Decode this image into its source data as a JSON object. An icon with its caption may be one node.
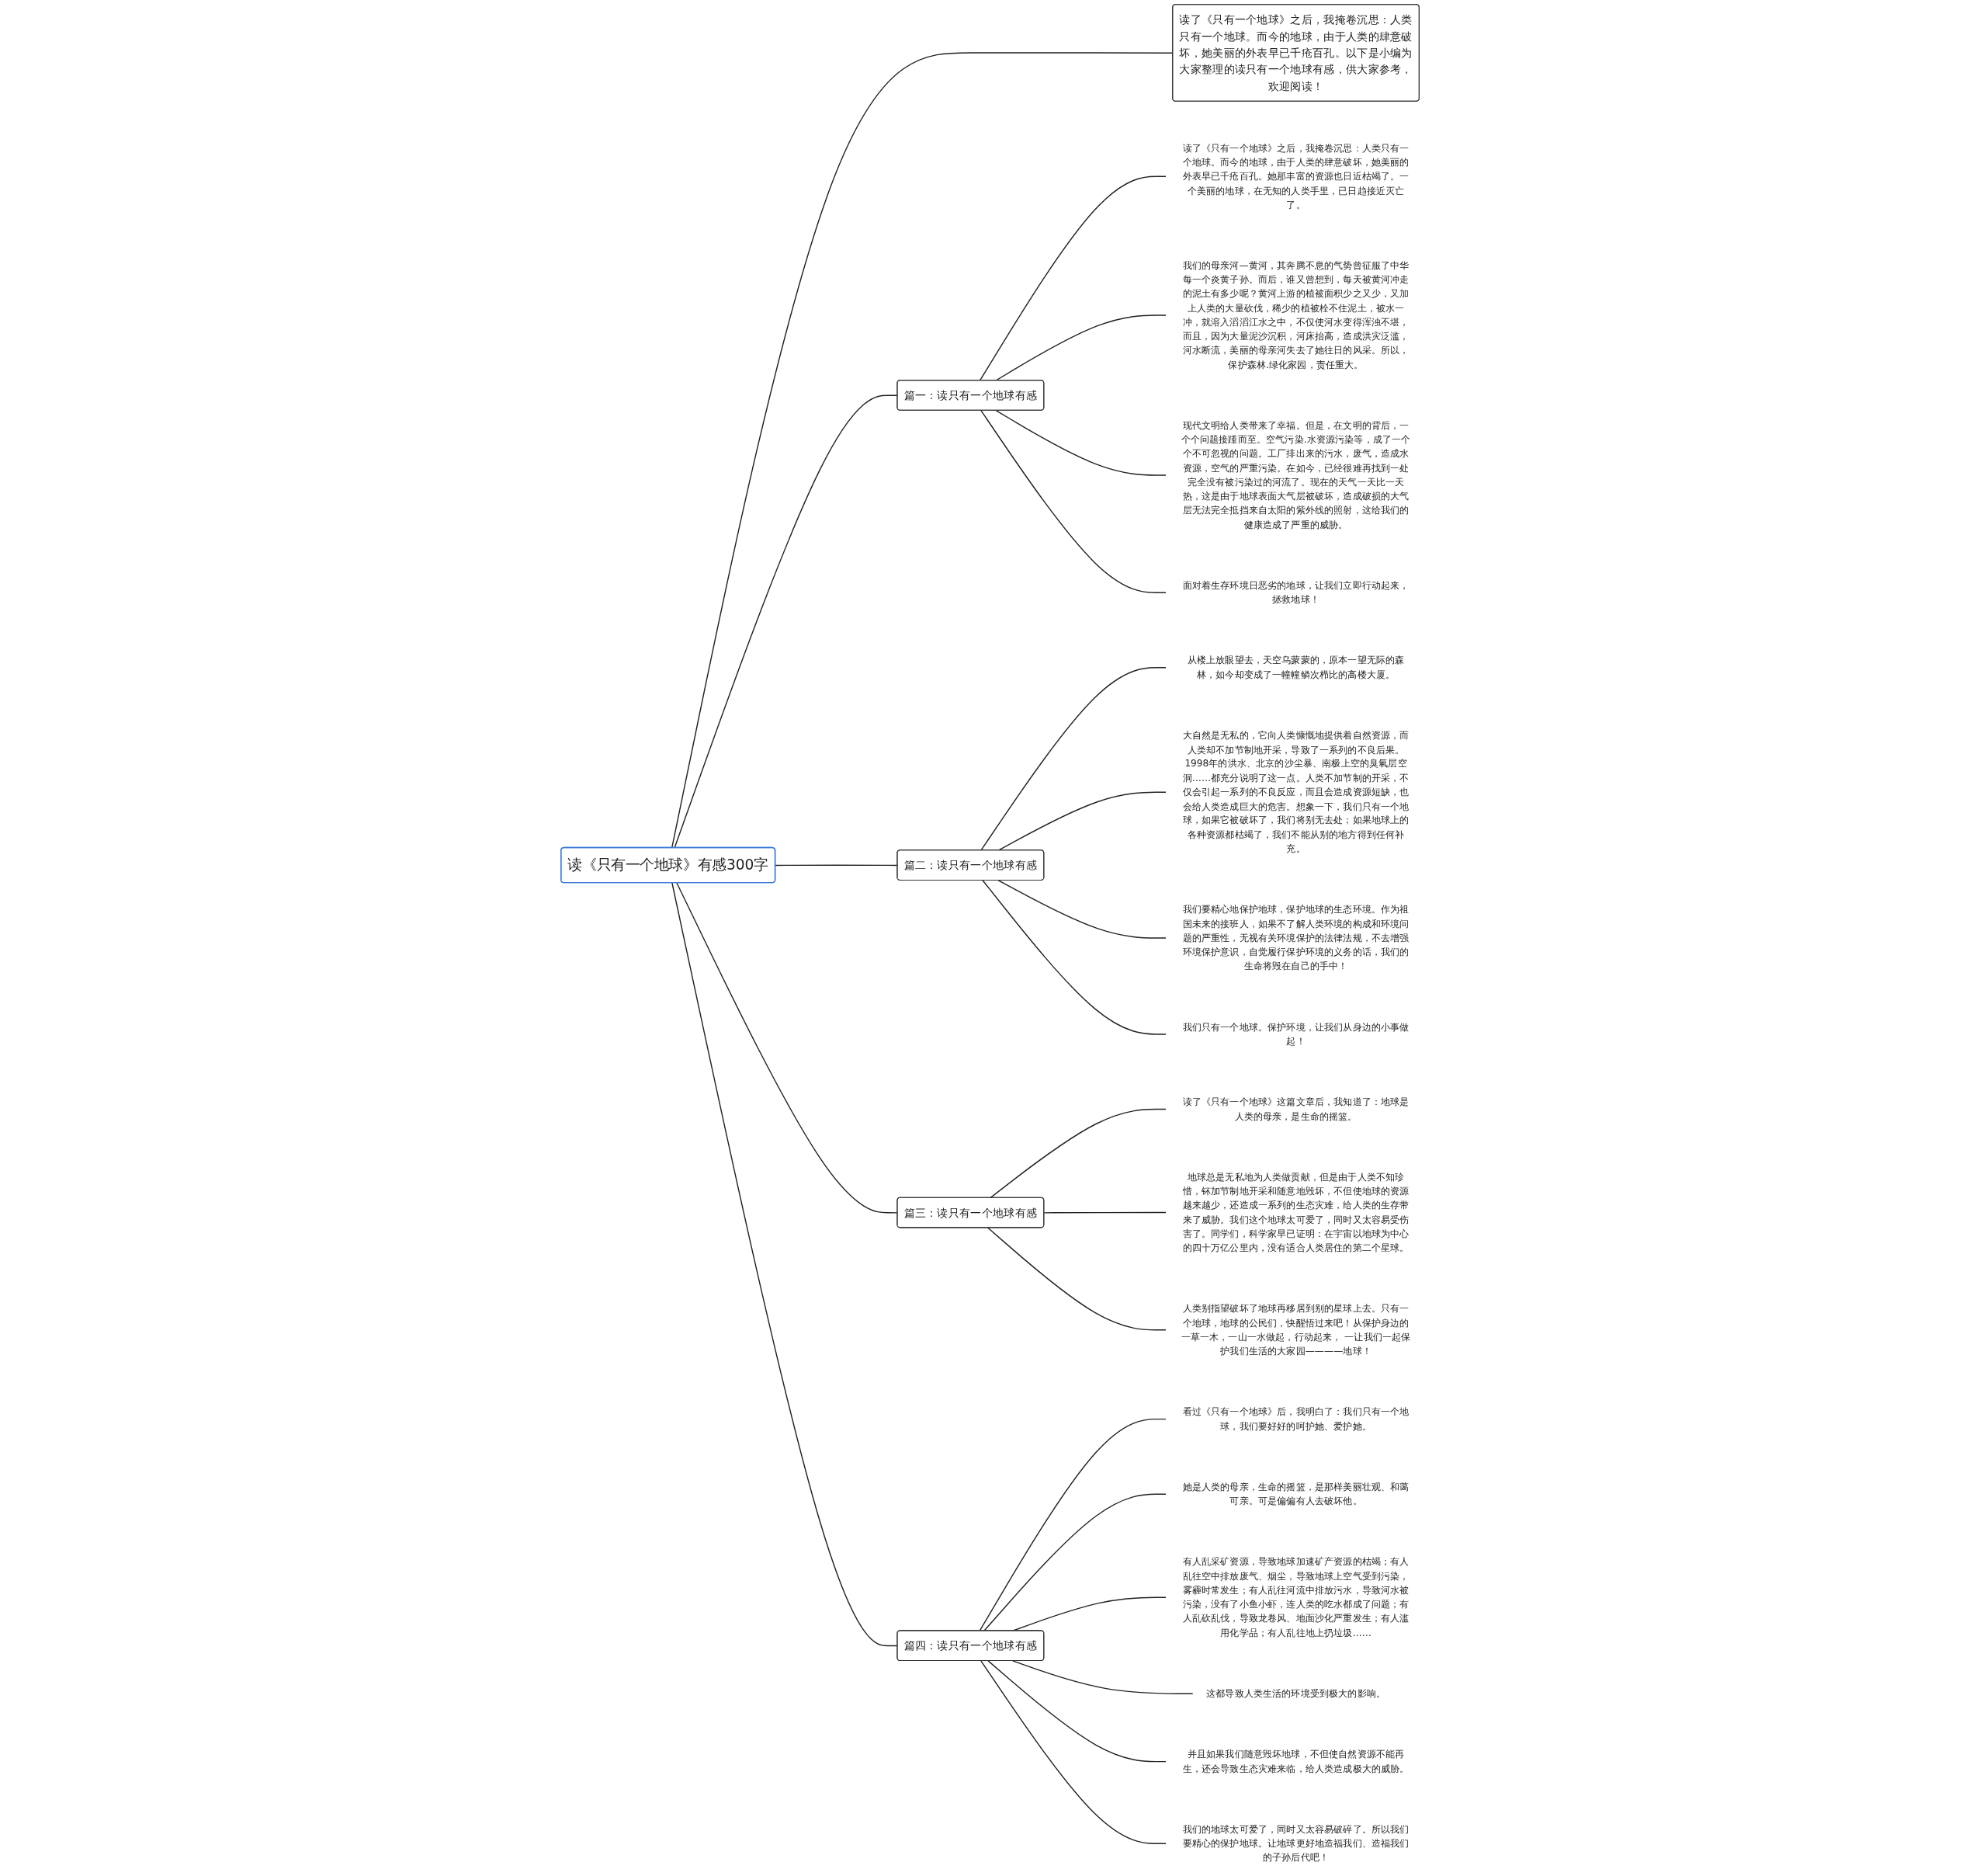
{
  "diagram": {
    "nodes": [
      {
        "text": [
          "读《只有一个地球》有感300字"
        ]
      },
      {
        "text": [
          "读了《只有一个地球》之后，我掩卷沉思：人类只有一个地球。而今的地球，由于人类的肆意破坏，她美丽的外表早已千疮百孔。以下是小编为大家整理的读只有一个地球有感，供大家参考，欢迎阅读！"
        ]
      },
      {
        "text": [
          "篇一：读只有一个地球有感"
        ]
      },
      {
        "text": [
          "读了《只有一个地球》之后，我掩卷沉思：人类只有一个地球。而今的地球，由于人类的肆意破坏，她美丽的外表早已千疮百孔。她那丰富的资源也日近枯竭了。一个美丽的地球，在无知的人类手里，已日趋接近灭亡了。"
        ]
      },
      {
        "text": [
          "我们的母亲河—黄河，其奔腾不息的气势曾征服了中华每一个炎黄子孙。而后，谁又曾想到，每天被黄河冲走的泥土有多少呢？黄河上游的植被面积少之又少，又加上人类的大量砍伐，稀少的植被栓不住泥土，被水一冲，就溶入滔滔江水之中，不仅使河水变得浑浊不堪，而且，因为大量泥沙沉积，河床抬高，造成洪灾泛滥，河水断流，美丽的母亲河失去了她往日的风采。所以，保护森林.绿化家园，责任重大。"
        ]
      },
      {
        "text": [
          "现代文明给人类带来了幸福。但是，在文明的背后，一个个问题接踵而至。空气污染.水资源污染等，成了一个个不可忽视的问题。工厂排出来的污水，废气，造成水资源，空气的严重污染。在如今，已经很难再找到一处完全没有被污染过的河流了。现在的天气一天比一天热，这是由于地球表面大气层被破坏，造成破损的大气层无法完全抵挡来自太阳的紫外线的照射，这给我们的健康造成了严重的威胁。"
        ]
      },
      {
        "text": [
          "面对着生存环境日恶劣的地球，让我们立即行动起来，拯救地球！"
        ]
      },
      {
        "text": [
          "篇二：读只有一个地球有感"
        ]
      },
      {
        "text": [
          "从楼上放眼望去，天空乌蒙蒙的，原本一望无际的森林，如今却变成了一幢幢鳞次栉比的高楼大厦。"
        ]
      },
      {
        "text": [
          "大自然是无私的，它向人类慷慨地提供着自然资源，而人类却不加节制地开采，导致了一系列的不良后果。1998年的洪水、北京的沙尘暴、南极上空的臭氧层空洞……都充分说明了这一点。人类不加节制的开采，不仅会引起一系列的不良反应，而且会造成资源短缺，也会给人类造成巨大的危害。想象一下，我们只有一个地球，如果它被破坏了，我们将别无去处；如果地球上的各种资源都枯竭了，我们不能从别的地方得到任何补充。"
        ]
      },
      {
        "text": [
          "我们要精心地保护地球，保护地球的生态环境。作为祖国未来的接班人，如果不了解人类环境的构成和环境问题的严重性，无视有关环境保护的法律法规，不去增强环境保护意识，自觉履行保护环境的义务的话，我们的生命将毁在自己的手中！"
        ]
      },
      {
        "text": [
          "我们只有一个地球。保护环境，让我们从身边的小事做起！"
        ]
      },
      {
        "text": [
          "篇三：读只有一个地球有感"
        ]
      },
      {
        "text": [
          "读了《只有一个地球》这篇文章后，我知道了：地球是人类的母亲，是生命的摇篮。"
        ]
      },
      {
        "text": [
          "地球总是无私地为人类做贡献，但是由于人类不知珍惜，钚加节制地开采和随意地毁坏，不但使地球的资源越来越少，还造成一系列的生态灾难，给人类的生存带来了威胁。我们这个地球太可爱了，同时又太容易受伤害了。同学们，科学家早已证明：在宇宙以地球为中心的四十万亿公里内，没有适合人类居住的第二个星球。"
        ]
      },
      {
        "text": [
          "人类别指望破坏了地球再移居到别的星球上去。只有一个地球，地球的公民们，快醒悟过来吧！从保护身边的一草一木，一山一水做起，行动起来， 一让我们一起保护我们生活的大家园————地球！"
        ]
      },
      {
        "text": [
          "篇四：读只有一个地球有感"
        ]
      },
      {
        "text": [
          "看过《只有一个地球》后，我明白了：我们只有一个地球，我们要好好的呵护她、爱护她。"
        ]
      },
      {
        "text": [
          "她是人类的母亲，生命的摇篮，是那样美丽壮观、和蔼可亲。可是偏偏有人去破坏他。"
        ]
      },
      {
        "text": [
          "有人乱采矿资源，导致地球加速矿产资源的枯竭；有人乱往空中排放废气、烟尘，导致地球上空气受到污染，雾霾时常发生；有人乱往河流中排放污水，导致河水被污染，没有了小鱼小虾，连人类的吃水都成了问题；有人乱砍乱伐，导致龙卷风、地面沙化严重发生；有人滥用化学品；有人乱往地上扔垃圾……"
        ]
      },
      {
        "text": [
          "这都导致人类生活的环境受到极大的影响。"
        ]
      },
      {
        "text": [
          "并且如果我们随意毁坏地球，不但使自然资源不能再生，还会导致生态灾难来临，给人类造成极大的威胁。"
        ]
      },
      {
        "text": [
          "我们的地球太可爱了，同时又太容易破碎了。所以我们要精心的保护地球。让地球更好地造福我们、造福我们的子孙后代吧！"
        ]
      }
    ],
    "edges": [
      {
        "from": 0,
        "to": 1,
        "arrow": "none"
      },
      {
        "from": 0,
        "to": 2,
        "arrow": "none"
      },
      {
        "from": 2,
        "to": 3,
        "arrow": "none"
      },
      {
        "from": 2,
        "to": 4,
        "arrow": "none"
      },
      {
        "from": 2,
        "to": 5,
        "arrow": "none"
      },
      {
        "from": 2,
        "to": 6,
        "arrow": "none"
      },
      {
        "from": 0,
        "to": 7,
        "arrow": "none"
      },
      {
        "from": 7,
        "to": 8,
        "arrow": "none"
      },
      {
        "from": 7,
        "to": 9,
        "arrow": "none"
      },
      {
        "from": 7,
        "to": 10,
        "arrow": "none"
      },
      {
        "from": 7,
        "to": 11,
        "arrow": "none"
      },
      {
        "from": 0,
        "to": 12,
        "arrow": "none"
      },
      {
        "from": 12,
        "to": 13,
        "arrow": "none"
      },
      {
        "from": 12,
        "to": 14,
        "arrow": "none"
      },
      {
        "from": 12,
        "to": 15,
        "arrow": "none"
      },
      {
        "from": 0,
        "to": 16,
        "arrow": "none"
      },
      {
        "from": 16,
        "to": 17,
        "arrow": "none"
      },
      {
        "from": 16,
        "to": 18,
        "arrow": "none"
      },
      {
        "from": 16,
        "to": 19,
        "arrow": "none"
      },
      {
        "from": 16,
        "to": 20,
        "arrow": "none"
      },
      {
        "from": 16,
        "to": 21,
        "arrow": "none"
      },
      {
        "from": 16,
        "to": 22,
        "arrow": "none"
      }
    ]
  }
}
